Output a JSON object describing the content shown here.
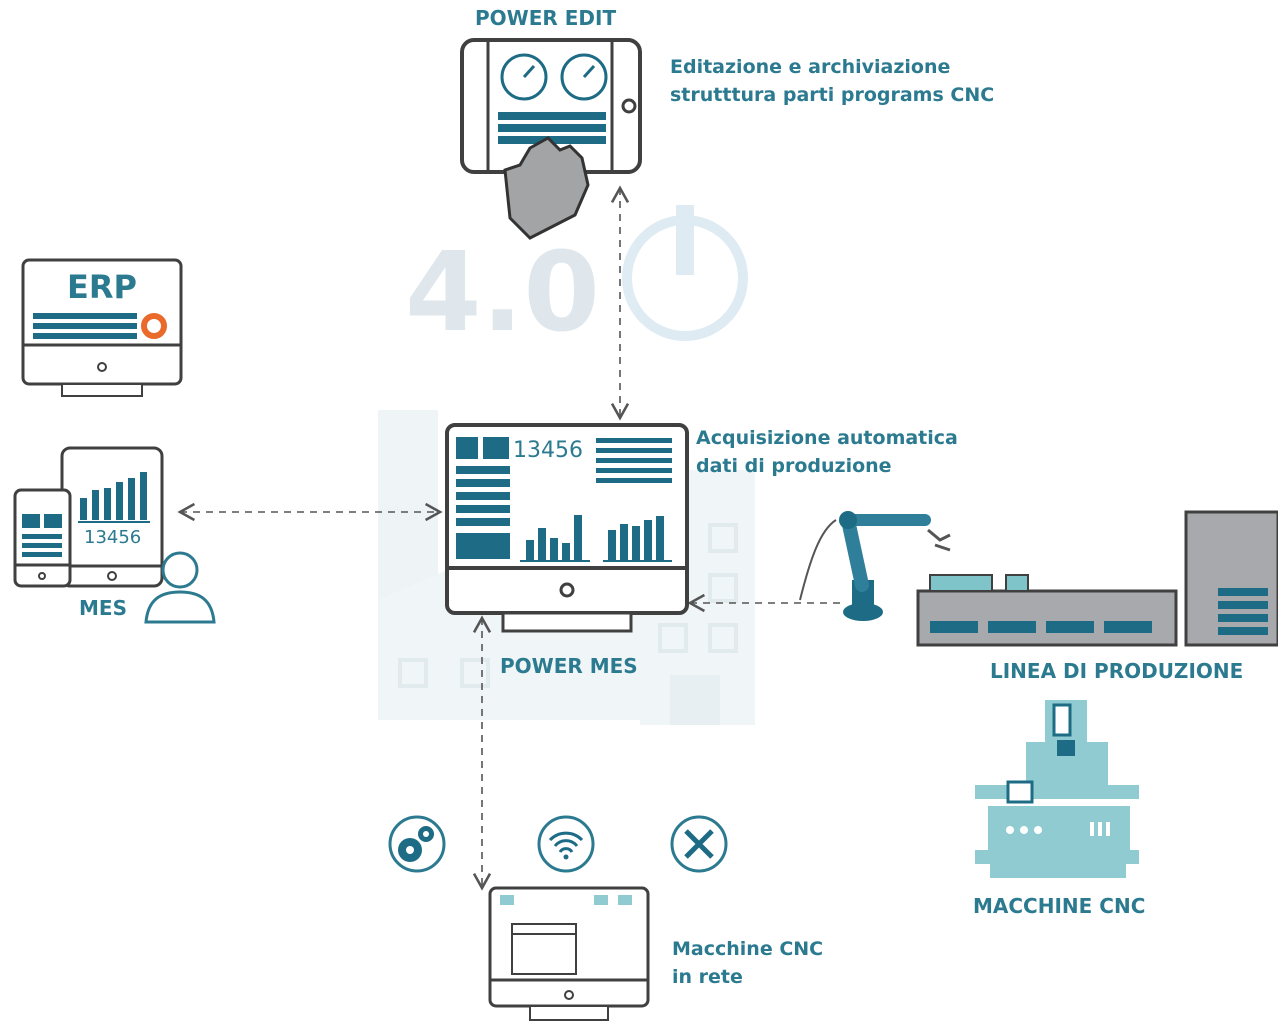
{
  "background": {
    "badge_text": "4.0"
  },
  "nodes": {
    "power_edit": {
      "title": "POWER EDIT",
      "desc_line1": "Editazione e archiviazione",
      "desc_line2": "strutttura parti programs CNC"
    },
    "erp": {
      "title": "ERP"
    },
    "mes": {
      "title": "MES",
      "tablet_value": "13456"
    },
    "power_mes": {
      "title": "POWER MES",
      "screen_value": "13456",
      "desc_line1": "Acquisizione automatica",
      "desc_line2": "dati di produzione"
    },
    "linea": {
      "title": "LINEA DI PRODUZIONE"
    },
    "macchine": {
      "title": "MACCHINE CNC"
    },
    "rete": {
      "desc_line1": "Macchine CNC",
      "desc_line2": "in rete"
    }
  },
  "icons": [
    "gears-icon",
    "wifi-icon",
    "tools-icon"
  ],
  "colors": {
    "primary": "#1d6b85",
    "label": "#2b7a90",
    "light": "#7fc4c8",
    "outline": "#404040",
    "faded": "#dbe8ee"
  }
}
